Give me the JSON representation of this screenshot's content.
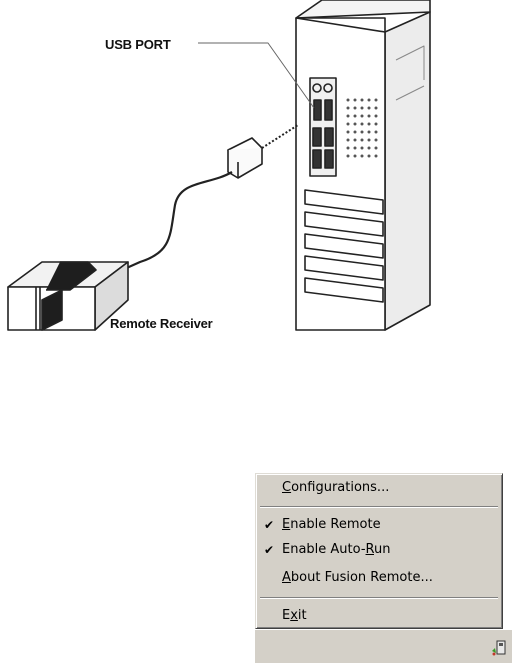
{
  "illustration": {
    "usb_port_label": "USB PORT",
    "remote_receiver_label": "Remote Receiver"
  },
  "menu": {
    "items": [
      {
        "label": "Configurations...",
        "mnemonic": "C",
        "checked": false
      },
      {
        "label": "Enable Remote",
        "mnemonic": "E",
        "checked": true
      },
      {
        "label": "Enable Auto-Run",
        "mnemonic": "R",
        "checked": true
      },
      {
        "label": "About Fusion Remote...",
        "mnemonic": "A",
        "checked": false
      },
      {
        "label": "Exit",
        "mnemonic": "x",
        "checked": false
      }
    ],
    "check_glyph": "✔"
  },
  "taskbar": {
    "tray_icon": "fusion-remote-tray-icon"
  },
  "colors": {
    "menu_bg": "#d4d0c8",
    "tray_icon_green": "#3a9a2a",
    "tray_icon_red": "#c0392b"
  }
}
